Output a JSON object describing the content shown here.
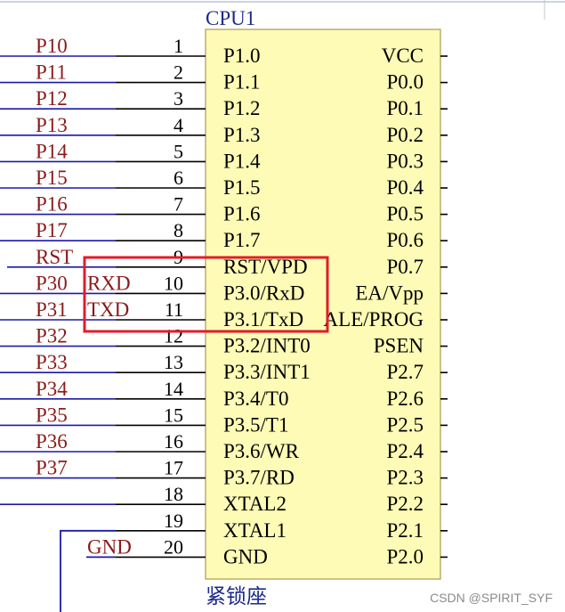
{
  "component": {
    "designator": "CPU1",
    "footer": "紧锁座",
    "body_fill": "#fdfbb6",
    "body_stroke": "#ad9a4f"
  },
  "colors": {
    "wire": "#1a1aa8",
    "net_label": "#8b1a1a",
    "highlight": "#e11d2a",
    "pin_line": "#000000"
  },
  "left_pins": [
    {
      "num": "1",
      "name": "P1.0",
      "net": "P10"
    },
    {
      "num": "2",
      "name": "P1.1",
      "net": "P11"
    },
    {
      "num": "3",
      "name": "P1.2",
      "net": "P12"
    },
    {
      "num": "4",
      "name": "P1.3",
      "net": "P13"
    },
    {
      "num": "5",
      "name": "P1.4",
      "net": "P14"
    },
    {
      "num": "6",
      "name": "P1.5",
      "net": "P15"
    },
    {
      "num": "7",
      "name": "P1.6",
      "net": "P16"
    },
    {
      "num": "8",
      "name": "P1.7",
      "net": "P17"
    },
    {
      "num": "9",
      "name": "RST/VPD",
      "net": "RST"
    },
    {
      "num": "10",
      "name": "P3.0/RxD",
      "net": "P30",
      "alt": "RXD"
    },
    {
      "num": "11",
      "name": "P3.1/TxD",
      "net": "P31",
      "alt": "TXD"
    },
    {
      "num": "12",
      "name": "P3.2/INT0",
      "net": "P32"
    },
    {
      "num": "13",
      "name": "P3.3/INT1",
      "net": "P33"
    },
    {
      "num": "14",
      "name": "P3.4/T0",
      "net": "P34"
    },
    {
      "num": "15",
      "name": "P3.5/T1",
      "net": "P35"
    },
    {
      "num": "16",
      "name": "P3.6/WR",
      "net": "P36"
    },
    {
      "num": "17",
      "name": "P3.7/RD",
      "net": "P37"
    },
    {
      "num": "18",
      "name": "XTAL2",
      "net": ""
    },
    {
      "num": "19",
      "name": "XTAL1",
      "net": ""
    },
    {
      "num": "20",
      "name": "GND",
      "net": "",
      "alt": "GND"
    }
  ],
  "right_pins": [
    "VCC",
    "P0.0",
    "P0.1",
    "P0.2",
    "P0.3",
    "P0.4",
    "P0.5",
    "P0.6",
    "P0.7",
    "EA/Vpp",
    "ALE/PROG",
    "PSEN",
    "P2.7",
    "P2.6",
    "P2.5",
    "P2.4",
    "P2.3",
    "P2.2",
    "P2.1",
    "P2.0"
  ],
  "watermark": "CSDN @SPIRIT_SYF"
}
